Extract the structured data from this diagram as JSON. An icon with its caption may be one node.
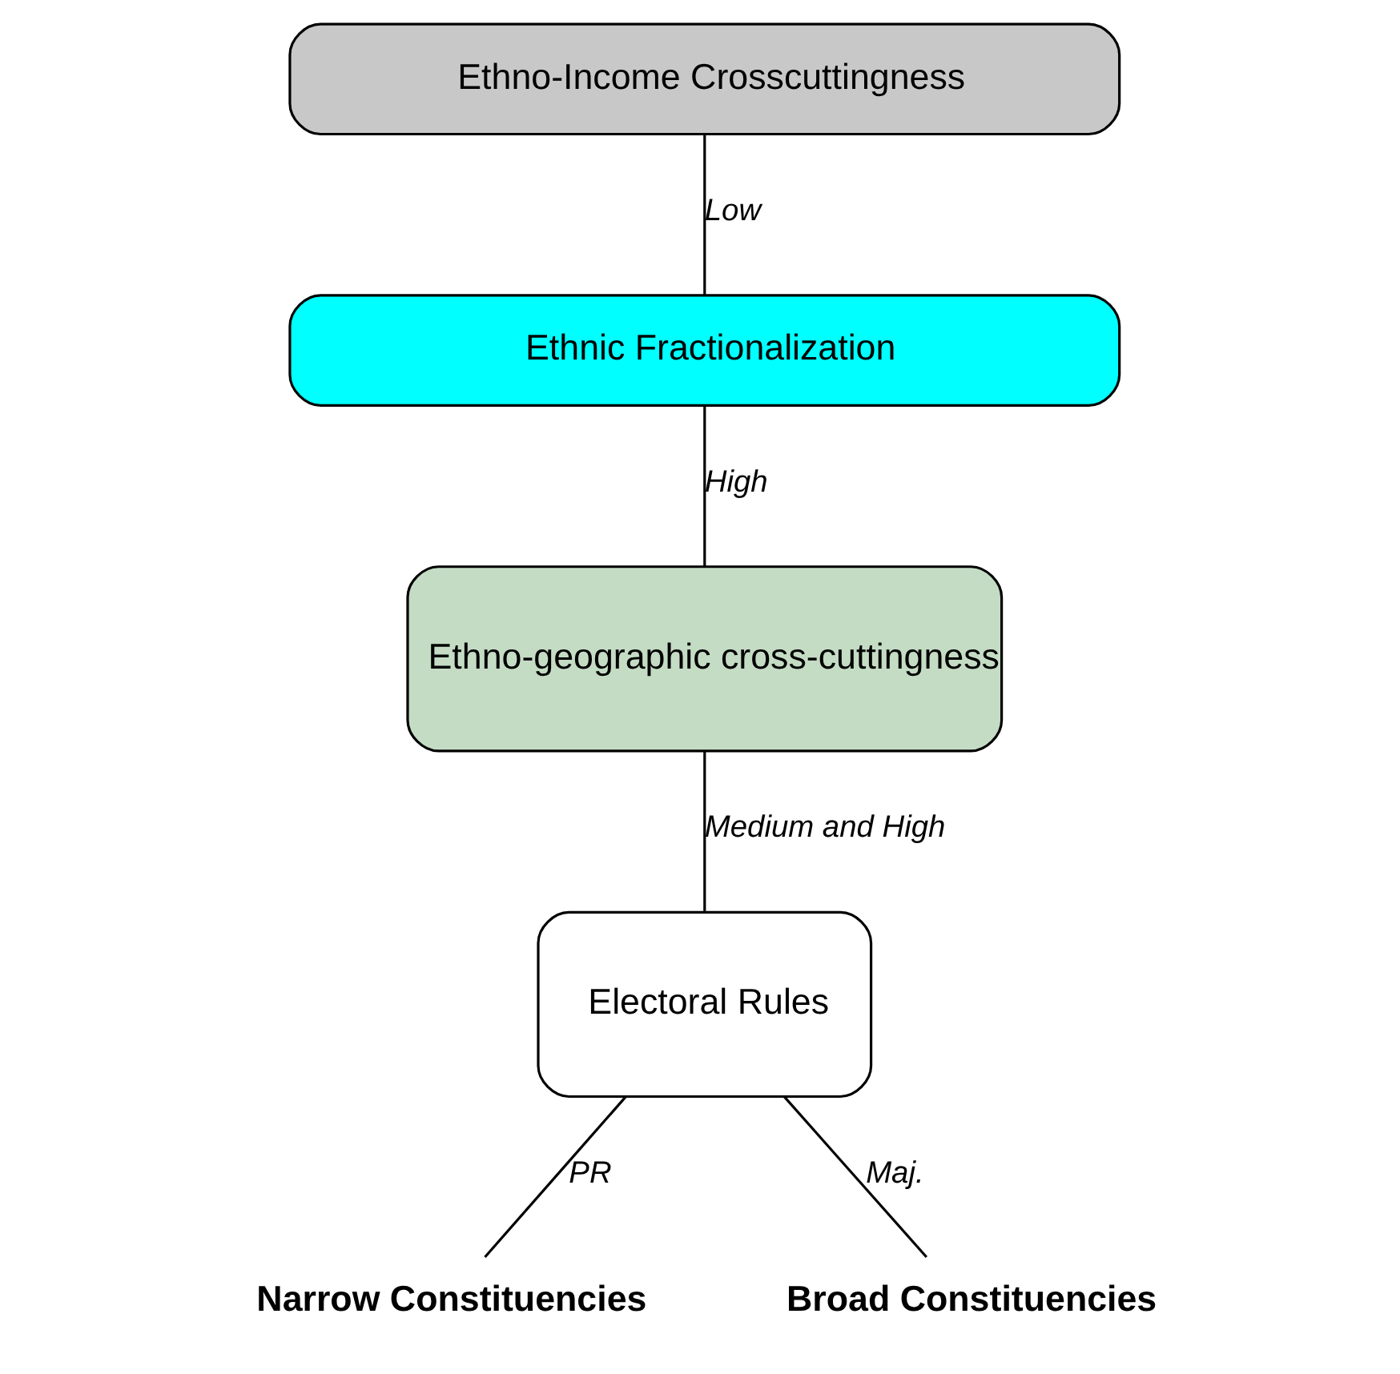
{
  "diagram": {
    "nodes": [
      {
        "text": [
          "Ethno-Income Crosscuttingness"
        ]
      },
      {
        "text": [
          "Ethnic Fractionalization"
        ]
      },
      {
        "text": [
          "Ethno-geographic cross-cuttingness"
        ]
      },
      {
        "text": [
          "Electoral Rules"
        ]
      },
      {
        "text": [
          "Narrow Constituencies"
        ]
      },
      {
        "text": [
          "Broad Constituencies"
        ]
      }
    ],
    "edges": [
      {
        "from": 0,
        "to": 1,
        "arrow": "none",
        "label": "Low"
      },
      {
        "from": 1,
        "to": 2,
        "arrow": "none",
        "label": "High"
      },
      {
        "from": 2,
        "to": 3,
        "arrow": "none",
        "label": "Medium and High"
      },
      {
        "from": 3,
        "to": 4,
        "arrow": "none",
        "label": "PR"
      },
      {
        "from": 3,
        "to": 5,
        "arrow": "none",
        "label": "Maj."
      }
    ]
  }
}
